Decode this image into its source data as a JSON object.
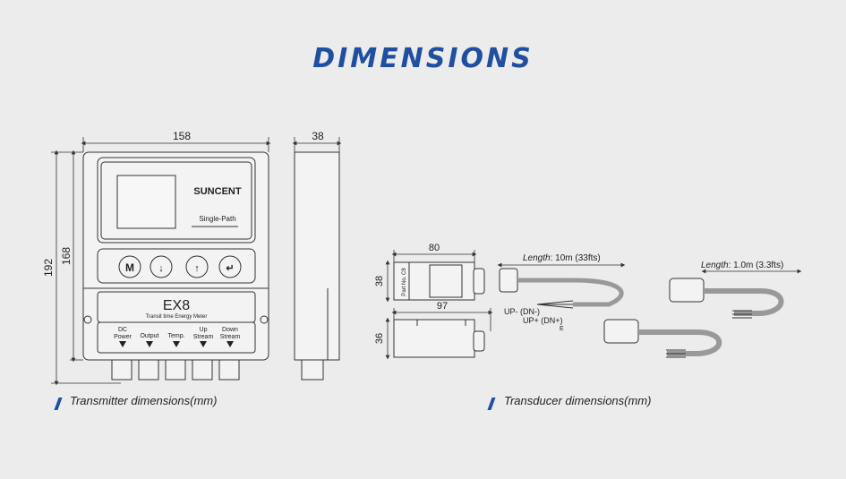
{
  "title": "DIMENSIONS",
  "transmitter": {
    "caption": "Transmitter dimensions(mm)",
    "width": "158",
    "depth": "38",
    "height_outer": "192",
    "height_inner": "168",
    "brand": "SUNCENT",
    "mode": "Single-Path",
    "model": "EX8",
    "subtitle": "Transit time Energy Meter",
    "keys": [
      "M",
      "↓",
      "↑",
      "↵"
    ],
    "ports": [
      "DC\nPower",
      "Output",
      "Temp.",
      "Up\nStream",
      "Down\nStream"
    ]
  },
  "transducer": {
    "caption": "Transducer dimensions(mm)",
    "length_80": "80",
    "height_38": "38",
    "length_97": "97",
    "height_36": "36",
    "part_no": "Part No. C8",
    "cable_long_label": "Length",
    "cable_long_value": ": 10m (33fts)",
    "cable_short_label": "Length",
    "cable_short_value": ": 1.0m (3.3fts)",
    "wire_up_minus": "UP- (DN-)",
    "wire_up_plus": "UP+ (DN+)",
    "wire_e": "E"
  },
  "colors": {
    "title": "#1f4fa0",
    "line": "#333333",
    "slash": "#1f4fa0"
  }
}
